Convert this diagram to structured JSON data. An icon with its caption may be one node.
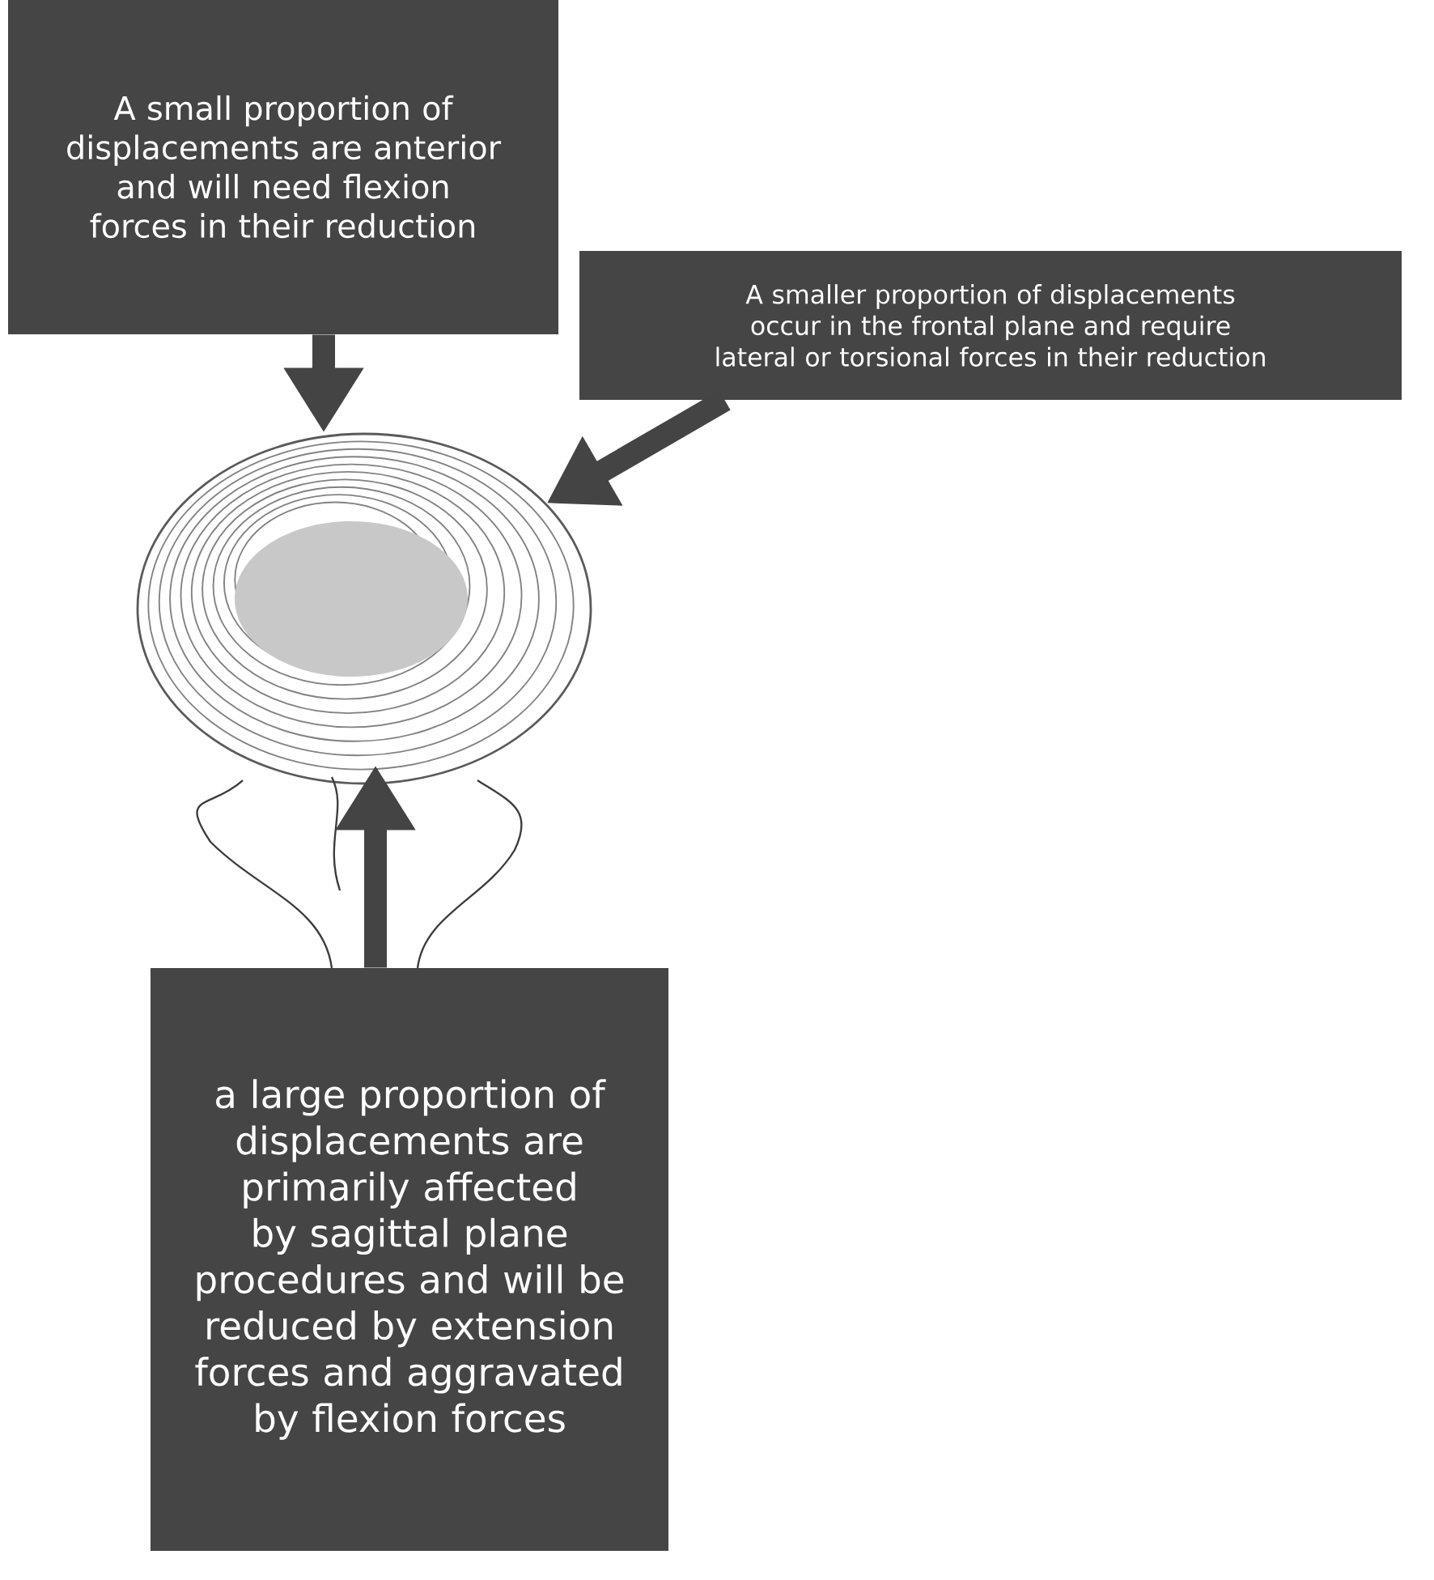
{
  "diagram": {
    "nodes": [
      {
        "text": [
          "A small proportion of displacements are anterior and will need flexion forces in their reduction"
        ]
      },
      {
        "text": [
          "A smaller proportion of displacements occur in the frontal plane and require lateral or torsional forces in their reduction"
        ]
      },
      {
        "text": [
          "a large proportion of displacements are primarily affected by sagittal plane procedures and will be reduced by extension forces and aggravated by flexion forces"
        ]
      },
      {
        "text": [],
        "shape": "picture"
      }
    ],
    "edges": [
      {
        "from": 0,
        "to": 3,
        "arrow": "to"
      },
      {
        "from": 1,
        "to": 3,
        "arrow": "to"
      },
      {
        "from": 2,
        "to": 3,
        "arrow": "to"
      }
    ]
  }
}
